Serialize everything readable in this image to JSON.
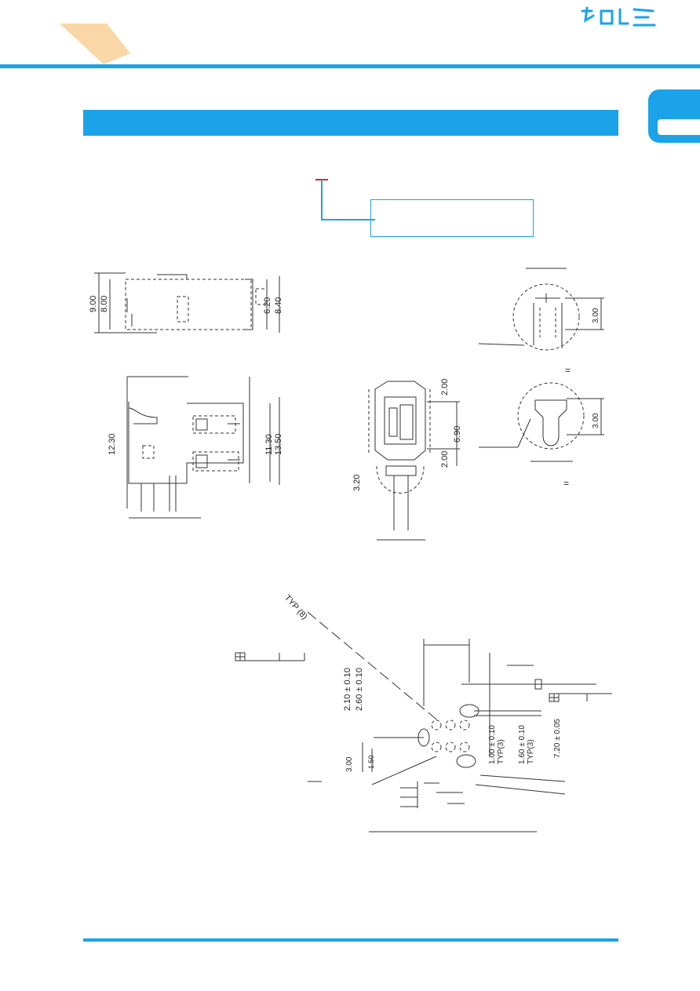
{
  "colors": {
    "accent_blue": "#1aa3e8",
    "corner_orange": "#f9d7a6",
    "leader_red": "#e0202a",
    "leader_blue": "#1aa3e8"
  },
  "logo": {
    "text": "ꓒDLᑕ"
  },
  "drawing_side": {
    "dim_a": "9.00",
    "dim_b": "8.00",
    "dim_c": "6.20",
    "dim_d": "8.40"
  },
  "drawing_front": {
    "dim_height": "12.30",
    "dim_a": "11.30",
    "dim_b": "13.50"
  },
  "drawing_end": {
    "dim_top": "2.00",
    "dim_mid": "6.90",
    "dim_bot": "2.00",
    "dim_left": "3.20"
  },
  "detail_views": {
    "dim_upper": "3.00",
    "dim_lower": "3.00",
    "mark_upper": "=",
    "mark_lower": "="
  },
  "pcb_layout": {
    "typ_label": "TYP (8)",
    "dim_a": "2.10 ± 0.10",
    "dim_b": "2.60 ± 0.10",
    "dim_c": "1.00 ± 0.10",
    "dim_c_typ": "TYP(3)",
    "dim_d": "1.60 ± 0.10",
    "dim_d_typ": "TYP(3)",
    "dim_e": "7.20 ± 0.05",
    "dim_f": "3.00",
    "dim_g": "1.50"
  }
}
